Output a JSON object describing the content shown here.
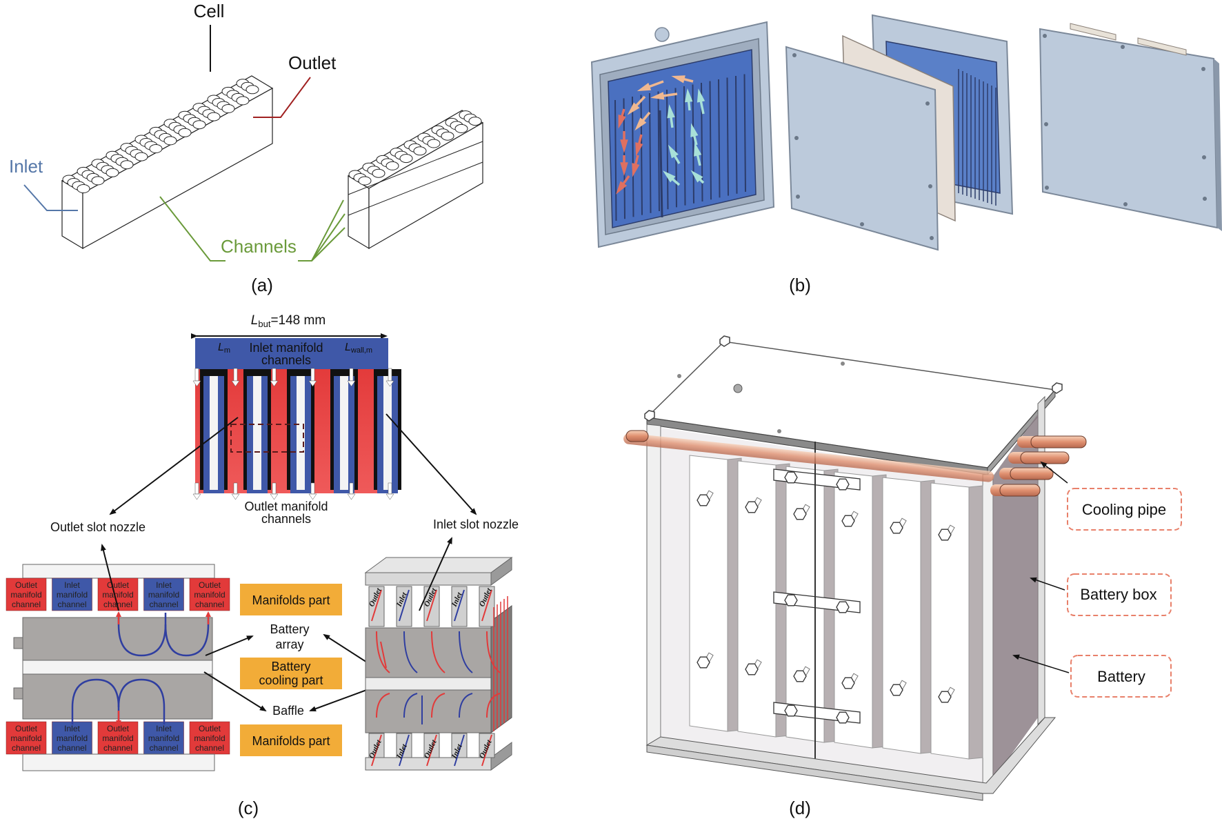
{
  "figure": {
    "panels": [
      {
        "id": "a",
        "caption": "(a)"
      },
      {
        "id": "b",
        "caption": "(b)"
      },
      {
        "id": "c",
        "caption": "(c)"
      },
      {
        "id": "d",
        "caption": "(d)"
      }
    ]
  },
  "panel_a": {
    "labels": {
      "cell": "Cell",
      "outlet": "Outlet",
      "inlet": "Inlet",
      "channels": "Channels"
    },
    "colors": {
      "cell": "#111111",
      "outlet": "#a02020",
      "inlet": "#5577a8",
      "channels": "#6a9a3a"
    }
  },
  "panel_b": {
    "colors": {
      "plate": "#bccadb",
      "channel": "#4a70c0",
      "hot_arrow": "#e07060",
      "warm_arrow": "#f0b890",
      "cool_arrow": "#a8e0d8"
    }
  },
  "panel_c": {
    "dimension": {
      "symbol": "L",
      "subscript": "but",
      "value": "=148 mm"
    },
    "lm": {
      "symbol": "L",
      "subscript": "m"
    },
    "lwall": {
      "symbol": "L",
      "subscript": "wall,m"
    },
    "inlet_manifold_line1": "Inlet manifold",
    "inlet_manifold_line2": "channels",
    "outlet_manifold_line1": "Outlet manifold",
    "outlet_manifold_line2": "channels",
    "outlet_slot_nozzle": "Outlet slot nozzle",
    "inlet_slot_nozzle": "Inlet slot nozzle",
    "manifold_boxes_top": [
      {
        "l1": "Outlet",
        "l2": "manifold",
        "l3": "channel",
        "kind": "outlet"
      },
      {
        "l1": "Inlet",
        "l2": "manifold",
        "l3": "channel",
        "kind": "inlet"
      },
      {
        "l1": "Outlet",
        "l2": "manifold",
        "l3": "channel",
        "kind": "outlet"
      },
      {
        "l1": "Inlet",
        "l2": "manifold",
        "l3": "channel",
        "kind": "inlet"
      },
      {
        "l1": "Outlet",
        "l2": "manifold",
        "l3": "channel",
        "kind": "outlet"
      }
    ],
    "manifold_boxes_bottom": [
      {
        "l1": "Outlet",
        "l2": "manifold",
        "l3": "channel",
        "kind": "outlet"
      },
      {
        "l1": "Inlet",
        "l2": "manifold",
        "l3": "channel",
        "kind": "inlet"
      },
      {
        "l1": "Outlet",
        "l2": "manifold",
        "l3": "channel",
        "kind": "outlet"
      },
      {
        "l1": "Inlet",
        "l2": "manifold",
        "l3": "channel",
        "kind": "inlet"
      },
      {
        "l1": "Outlet",
        "l2": "manifold",
        "l3": "channel",
        "kind": "outlet"
      }
    ],
    "legend": {
      "manifolds_part_top": "Manifolds part",
      "battery_array_l1": "Battery",
      "battery_array_l2": "array",
      "battery_cooling_l1": "Battery",
      "battery_cooling_l2": "cooling part",
      "baffle": "Baffle",
      "manifolds_part_bottom": "Manifolds part"
    },
    "iso_labels_top": [
      "Outlet",
      "Inlet",
      "Outlet",
      "Inlet",
      "Outlet"
    ],
    "iso_labels_bottom": [
      "Outlet",
      "Inlet",
      "Outlet",
      "Inlet",
      "Outlet"
    ],
    "colors": {
      "inlet": "#3f58a8",
      "outlet": "#e23a3a",
      "legend_box": "#f2ac38",
      "battery": "#a9a6a4"
    }
  },
  "panel_d": {
    "callouts": [
      "Cooling pipe",
      "Battery box",
      "Battery"
    ],
    "colors": {
      "callout_border": "#e8806a",
      "pipe": "#e0a080"
    }
  }
}
